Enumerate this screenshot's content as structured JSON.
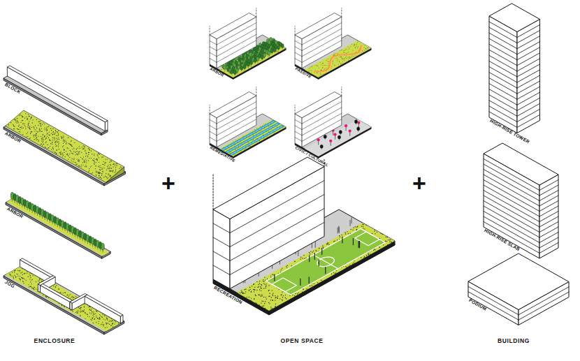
{
  "diagram": {
    "labels": [
      "BLOCK",
      "ARBOR",
      "ARBOR",
      "JOG",
      "ENCLOSURE",
      "+",
      "ARBOR",
      "PASSIVE",
      "REMEDIATIVE",
      "CIVIC / CULTURAL",
      "RECREATION",
      "OPEN SPACE",
      "+",
      "HIGH-RISE TOWER",
      "HIGH-RISE SLAB",
      "PODIUM",
      "BUILDING"
    ]
  }
}
